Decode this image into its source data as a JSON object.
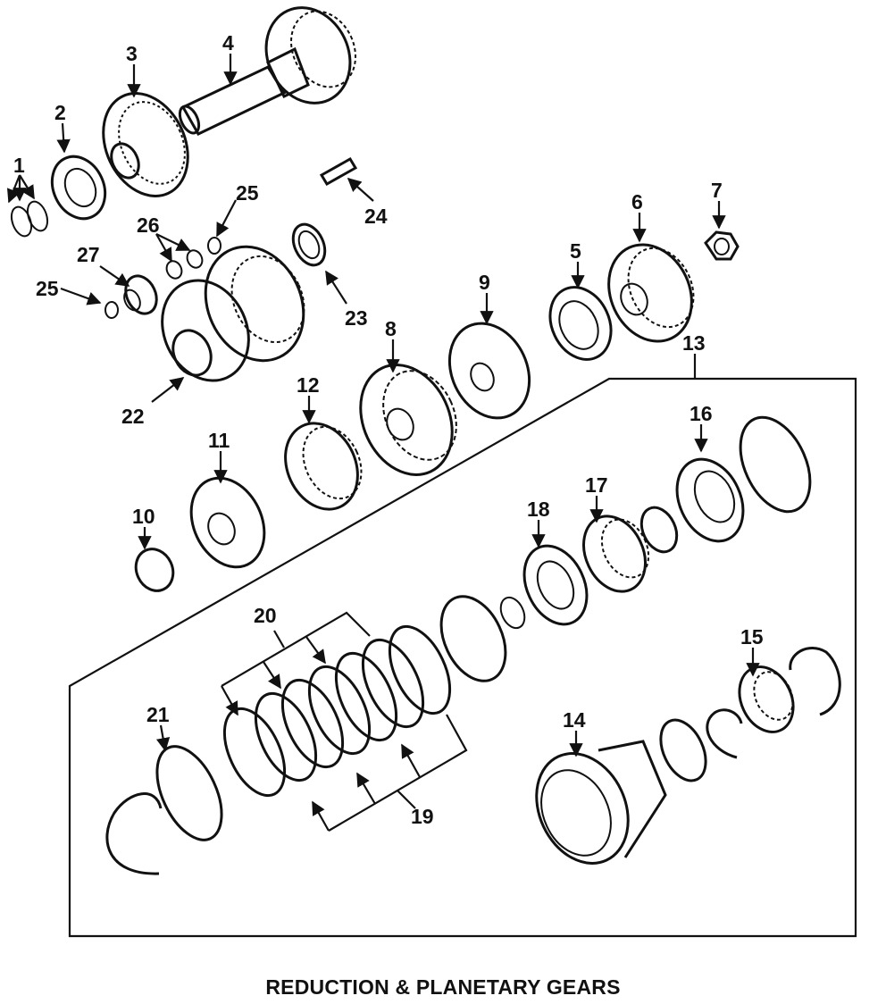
{
  "caption": "REDUCTION & PLANETARY GEARS",
  "colors": {
    "ink": "#111111",
    "background": "#ffffff"
  },
  "callouts": [
    {
      "id": "1",
      "label": "1"
    },
    {
      "id": "2",
      "label": "2"
    },
    {
      "id": "3",
      "label": "3"
    },
    {
      "id": "4",
      "label": "4"
    },
    {
      "id": "5",
      "label": "5"
    },
    {
      "id": "6",
      "label": "6"
    },
    {
      "id": "7",
      "label": "7"
    },
    {
      "id": "8",
      "label": "8"
    },
    {
      "id": "9",
      "label": "9"
    },
    {
      "id": "10",
      "label": "10"
    },
    {
      "id": "11",
      "label": "11"
    },
    {
      "id": "12",
      "label": "12"
    },
    {
      "id": "13",
      "label": "13"
    },
    {
      "id": "14",
      "label": "14"
    },
    {
      "id": "15",
      "label": "15"
    },
    {
      "id": "16",
      "label": "16"
    },
    {
      "id": "17",
      "label": "17"
    },
    {
      "id": "18",
      "label": "18"
    },
    {
      "id": "19",
      "label": "19"
    },
    {
      "id": "20",
      "label": "20"
    },
    {
      "id": "21",
      "label": "21"
    },
    {
      "id": "22",
      "label": "22"
    },
    {
      "id": "23",
      "label": "23"
    },
    {
      "id": "24",
      "label": "24"
    },
    {
      "id": "25a",
      "label": "25"
    },
    {
      "id": "25b",
      "label": "25"
    },
    {
      "id": "26",
      "label": "26"
    },
    {
      "id": "27",
      "label": "27"
    }
  ]
}
